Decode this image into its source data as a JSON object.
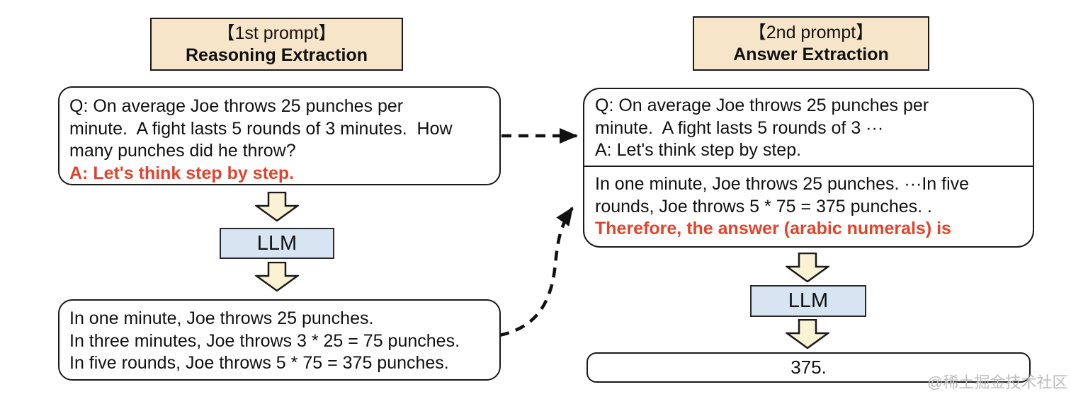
{
  "figure": {
    "left": {
      "header": {
        "tag": "【1st prompt】",
        "title": "Reasoning Extraction"
      },
      "prompt_box": {
        "question_lines": [
          "Q: On average Joe throws 25 punches per",
          "minute.  A fight lasts 5 rounds of 3 minutes.  How",
          "many punches did he throw?"
        ],
        "trigger": "A: Let's think step by step."
      },
      "llm_label": "LLM",
      "output_box": {
        "lines": [
          "In one minute, Joe throws 25 punches.",
          "In three minutes, Joe throws 3 * 25 = 75 punches.",
          "In five rounds, Joe throws 5 * 75 = 375 punches."
        ]
      }
    },
    "right": {
      "header": {
        "tag": "【2nd prompt】",
        "title": "Answer Extraction"
      },
      "prompt_box": {
        "question_lines": [
          "Q: On average Joe throws 25 punches per",
          "minute.  A fight lasts 5 rounds of 3 ···",
          "A: Let's think step by step."
        ],
        "reasoning_lines": [
          "In one minute, Joe throws 25 punches. ···In five",
          "rounds, Joe throws 5 * 75 = 375 punches. ."
        ],
        "trigger": "Therefore, the answer (arabic numerals) is"
      },
      "llm_label": "LLM",
      "answer_box": {
        "text": "375."
      }
    },
    "colors": {
      "header_fill": "#f7e5ca",
      "llm_fill": "#d7e4f2",
      "arrow_fill": "#fbf1d3",
      "highlight_red": "#e2432c"
    },
    "watermark": "@稀土掘金技术社区"
  }
}
